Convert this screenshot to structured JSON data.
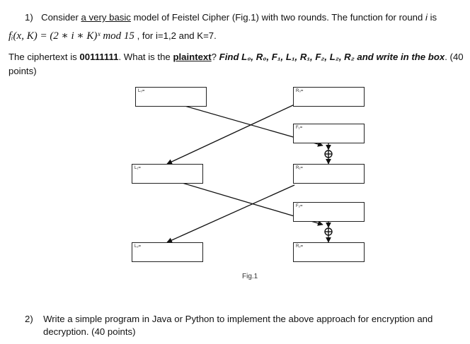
{
  "question1": {
    "number": "1)",
    "intro_a": "Consider ",
    "intro_u": "a very basic",
    "intro_b": " model of Feistel Cipher (Fig.1) with two rounds. The function for round ",
    "intro_i": "i",
    "intro_c": " is",
    "formula": "fᵢ(x, K) = (2 ∗ i ∗ K)ˣ mod 15",
    "formula_tail": " , for i=1,2 and K=7.",
    "cipher_a": "The ciphertext is ",
    "cipher_value": "00111111",
    "cipher_b": ". What is the ",
    "cipher_u": "plaintext",
    "cipher_c": "? ",
    "cipher_task": "Find L₀, R₀, F₁, L₁, R₁, F₂, L₂, R₂ and write in the box",
    "cipher_d": ". (40",
    "cipher_points": "points)"
  },
  "figure": {
    "boxes": {
      "l0": "L₀=",
      "r0": "R₀=",
      "f1": "F₁=",
      "l1": "L₁=",
      "r1": "R₁=",
      "f2": "F₂=",
      "l2": "L₂=",
      "r2": "R₂="
    },
    "xor_symbol": "⊕",
    "caption": "Fig.1"
  },
  "question2": {
    "number": "2)",
    "line1": "Write a simple program in Java or Python to implement the above approach for encryption and",
    "line2": "decryption. (40 points)"
  }
}
